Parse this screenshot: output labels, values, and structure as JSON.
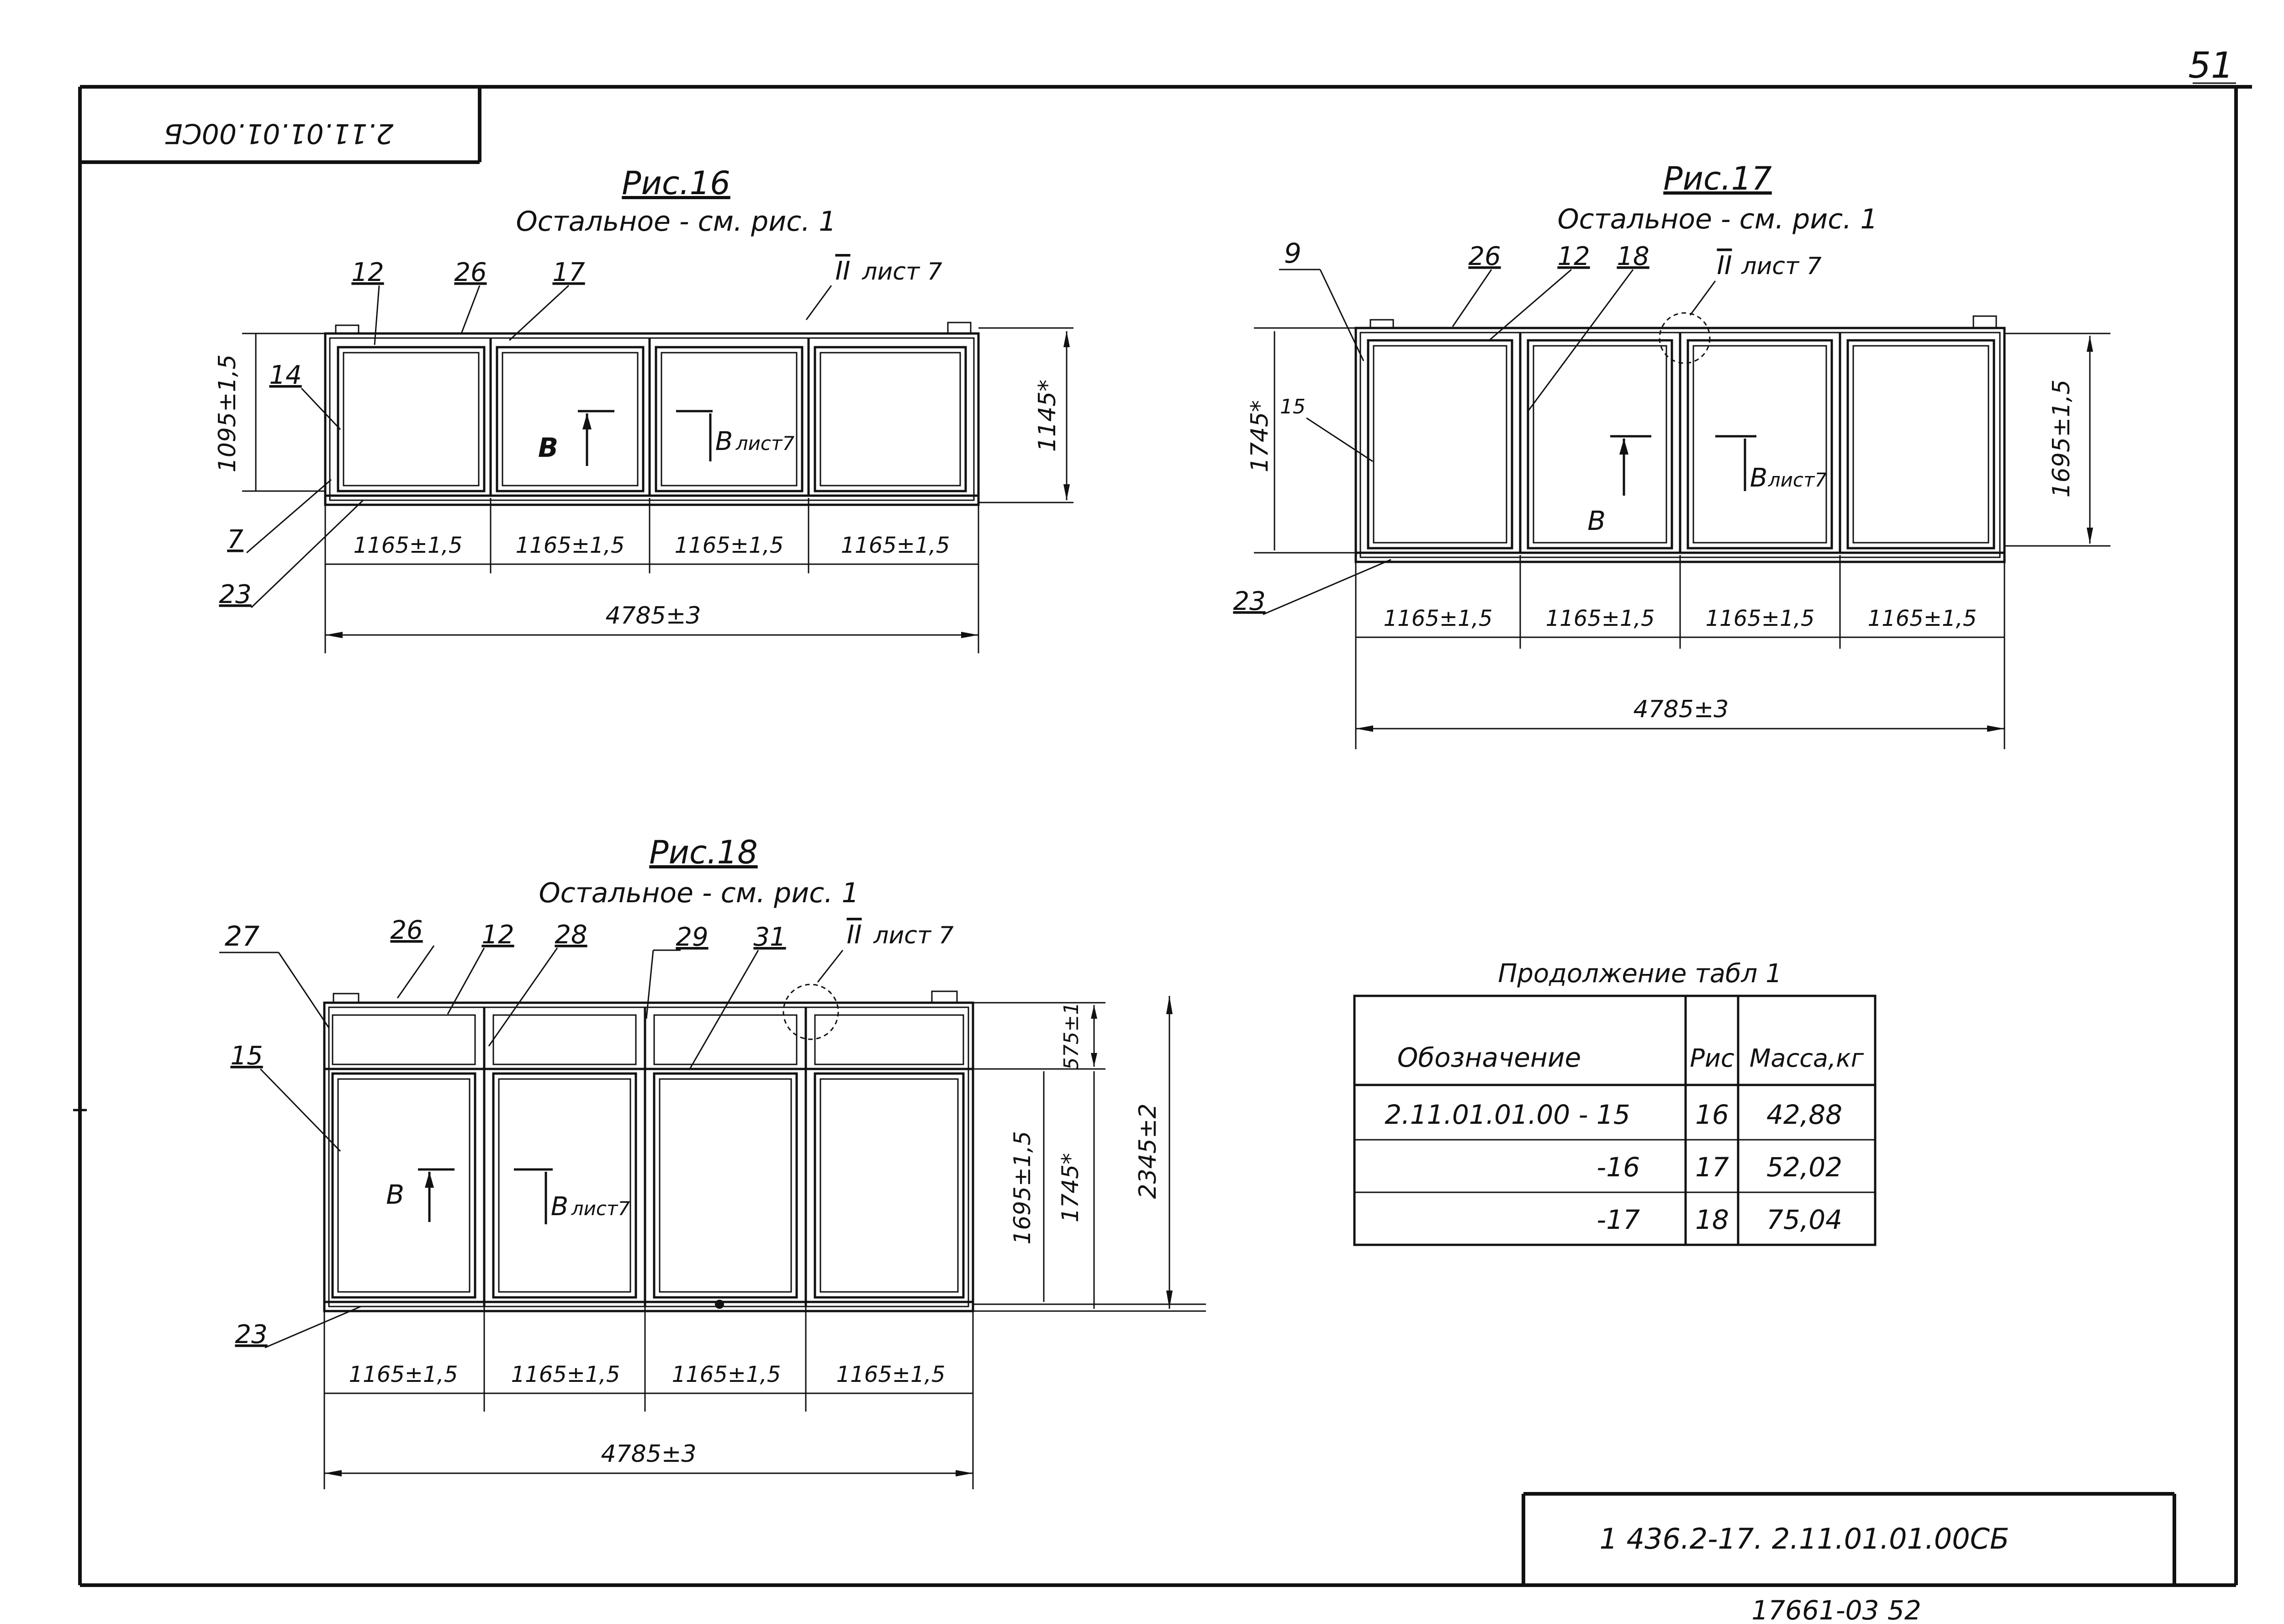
{
  "sheet": {
    "page_number": "51",
    "stamp_code": "2.11.01.01.00СБ",
    "doc_code": "1 436.2-17. 2.11.01.01.00СБ",
    "bottom_note": "17661-03   52"
  },
  "fig16": {
    "title": "Рис.16",
    "subtitle": "Остальное - см. рис. 1",
    "callouts": [
      "12",
      "26",
      "17",
      "14",
      "7",
      "23"
    ],
    "ref_note_mark": "II",
    "ref_note_text": "лист 7",
    "section_left": "В",
    "section_right": "В",
    "section_sheet": "лист7",
    "dim_height_left": "1095±1,5",
    "dim_height_right": "1145*",
    "dim_panels": [
      "1165±1,5",
      "1165±1,5",
      "1165±1,5",
      "1165±1,5"
    ],
    "dim_total": "4785±3"
  },
  "fig17": {
    "title": "Рис.17",
    "subtitle": "Остальное - см. рис. 1",
    "callouts": [
      "9",
      "26",
      "12",
      "18",
      "15",
      "23"
    ],
    "ref_note_mark": "II",
    "ref_note_text": "лист 7",
    "section_left": "В",
    "section_right": "В",
    "section_sheet": "лист7",
    "dim_height_left": "1745*",
    "dim_height_right": "1695±1,5",
    "dim_panels": [
      "1165±1,5",
      "1165±1,5",
      "1165±1,5",
      "1165±1,5"
    ],
    "dim_total": "4785±3"
  },
  "fig18": {
    "title": "Рис.18",
    "subtitle": "Остальное - см. рис. 1",
    "callouts": [
      "27",
      "26",
      "12",
      "28",
      "29",
      "31",
      "15",
      "23"
    ],
    "ref_note_mark": "II",
    "ref_note_text": "лист 7",
    "section_left": "В",
    "section_right": "В",
    "section_sheet": "лист7",
    "dim_top": "575±1",
    "dim_mid_a": "1695±1,5",
    "dim_mid_b": "1745*",
    "dim_height_total": "2345±2",
    "dim_panels": [
      "1165±1,5",
      "1165±1,5",
      "1165±1,5",
      "1165±1,5"
    ],
    "dim_total": "4785±3"
  },
  "table": {
    "caption": "Продолжение табл 1",
    "headers": [
      "Обозначение",
      "Рис",
      "Масса,кг"
    ],
    "rows": [
      [
        "2.11.01.01.00 - 15",
        "16",
        "42,88"
      ],
      [
        "-16",
        "17",
        "52,02"
      ],
      [
        "-17",
        "18",
        "75,04"
      ]
    ]
  }
}
